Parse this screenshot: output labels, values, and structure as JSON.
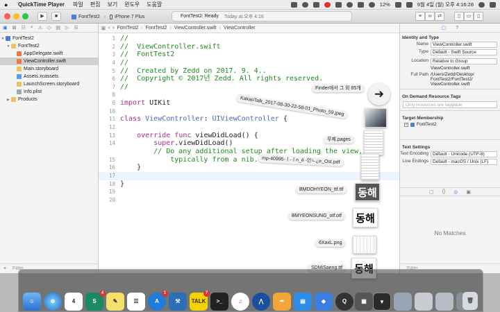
{
  "menubar": {
    "app_name": "QuickTime Player",
    "menus": [
      "파일",
      "편집",
      "보기",
      "윈도우",
      "도움말"
    ],
    "battery": "12%",
    "clock": "9월 4일 (월) 오후 4:16:28"
  },
  "toolbar": {
    "scheme": "FontTest2",
    "device": "iPhone 7 Plus",
    "activity_title": "FontTest2: Ready",
    "activity_time": "Today at 오후 4:16"
  },
  "navigator": {
    "items": [
      {
        "label": "FontTest2",
        "indent": 0
      },
      {
        "label": "FontTest2",
        "indent": 1
      },
      {
        "label": "AppDelegate.swift",
        "indent": 2
      },
      {
        "label": "ViewController.swift",
        "indent": 2,
        "selected": true
      },
      {
        "label": "Main.storyboard",
        "indent": 2
      },
      {
        "label": "Assets.xcassets",
        "indent": 2
      },
      {
        "label": "LaunchScreen.storyboard",
        "indent": 2
      },
      {
        "label": "Info.plist",
        "indent": 2
      },
      {
        "label": "Products",
        "indent": 1
      }
    ],
    "filter_placeholder": "Filter"
  },
  "jumpbar": {
    "crumbs": [
      "FontTest2",
      "FontTest2",
      "ViewController.swift",
      "ViewController"
    ]
  },
  "code": {
    "lines": [
      "//",
      "//  ViewController.swift",
      "//  FontTest2",
      "//",
      "//  Created by Zedd on 2017. 9. 4..",
      "//  Copyright © 2017년 Zedd. All rights reserved.",
      "//",
      "",
      "import UIKit",
      "",
      "class ViewController: UIViewController {",
      "",
      "    override func viewDidLoad() {",
      "        super.viewDidLoad()",
      "        // Do any additional setup after loading the view,",
      "            typically from a nib.",
      "    }",
      "",
      "}",
      "",
      ""
    ],
    "line_numbers": [
      "1",
      "2",
      "3",
      "4",
      "5",
      "6",
      "7",
      "8",
      "9",
      "10",
      "11",
      "12",
      "13",
      "14",
      "",
      "15",
      "16",
      "17",
      "18",
      "19",
      "20"
    ]
  },
  "stack": {
    "folder_label": "Finder에서 그 외 85개",
    "files": [
      "KakaoTalk_2017-08-30-22-58-01_Photo_59.jpeg",
      "무제.pages",
      "mp-40995-ㅣ-ㅣn_ë -인ㄴ¿e_Ost.pdf",
      "BMDOHYEON_ttf.ttf",
      "BMYEONSUNG_otf.otf",
      "6XaxL.png",
      "SDMiSaeng.ttf"
    ],
    "font_preview": "동해"
  },
  "inspector": {
    "identity_title": "Identity and Type",
    "name_label": "Name",
    "name_value": "ViewController.swift",
    "type_label": "Type",
    "type_value": "Default - Swift Source",
    "location_label": "Location",
    "location_value": "Relative to Group",
    "location_file": "ViewController.swift",
    "fullpath_label": "Full Path",
    "fullpath_1": "/Users/Zedd/Desktop/",
    "fullpath_2": "FontTest2/FontTest2/",
    "fullpath_3": "ViewController.swift",
    "odr_title": "On Demand Resource Tags",
    "odr_placeholder": "Only resources are taggable",
    "membership_title": "Target Membership",
    "membership_target": "FontTest2",
    "text_title": "Text Settings",
    "encoding_label": "Text Encoding",
    "encoding_value": "Default - Unicode (UTF-8)",
    "endings_label": "Line Endings",
    "endings_value": "Default - macOS / Unix (LF)",
    "no_matches": "No Matches",
    "filter_placeholder": "Filter"
  },
  "dock": {
    "calendar_day": "4",
    "badges": {
      "s": "4",
      "appstore": "1",
      "kakao": "7"
    }
  }
}
